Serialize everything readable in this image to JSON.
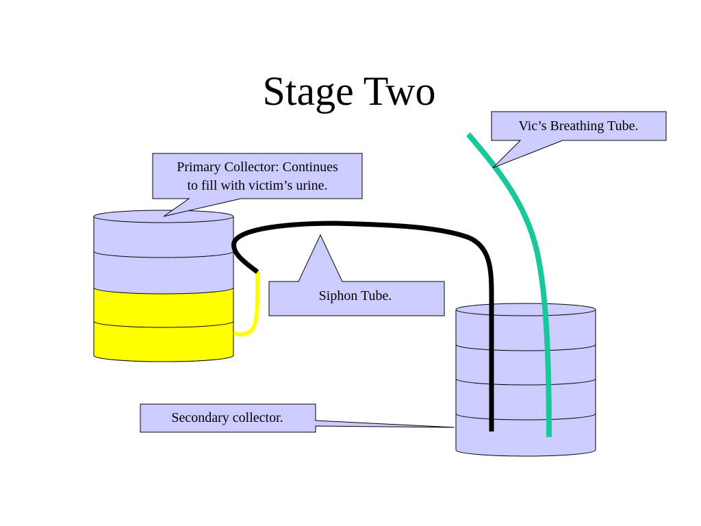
{
  "slide": {
    "title": "Stage Two"
  },
  "callouts": {
    "primary_line1": "Primary Collector: Continues",
    "primary_line2": "to fill with victim’s urine.",
    "breathing": "Vic’s Breathing Tube.",
    "siphon": "Siphon Tube.",
    "secondary": "Secondary collector."
  },
  "colors": {
    "container_fill": "#ccccff",
    "urine": "#ffff00",
    "siphon_tube": "#000000",
    "breathing_tube": "#19c89a",
    "callout_fill": "#ccccff"
  }
}
